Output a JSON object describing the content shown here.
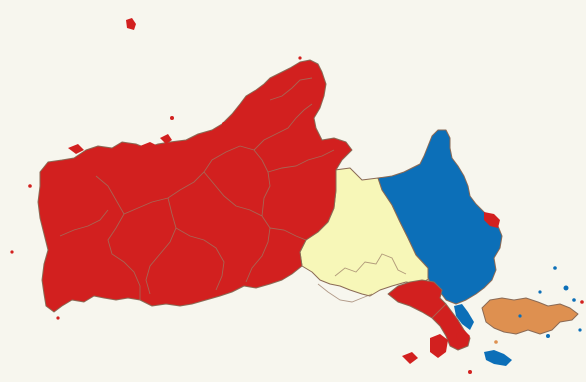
{
  "map": {
    "background": "#f7f6ee",
    "regions": [
      {
        "id": "west-red",
        "color": "#d2201f"
      },
      {
        "id": "central-yellow",
        "color": "#f7f7b8"
      },
      {
        "id": "east-blue",
        "color": "#0c6fb8"
      },
      {
        "id": "southeast-red",
        "color": "#d2201f"
      },
      {
        "id": "island-orange",
        "color": "#de9050"
      }
    ]
  }
}
